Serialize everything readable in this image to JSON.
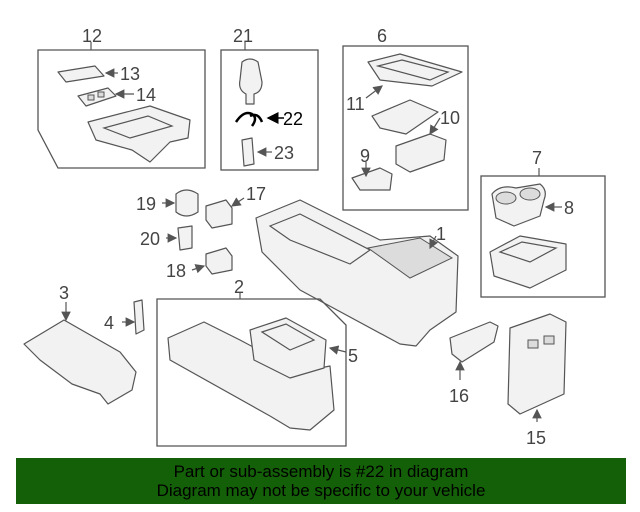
{
  "diagram": {
    "callouts": {
      "c1": "1",
      "c2": "2",
      "c3": "3",
      "c4": "4",
      "c5": "5",
      "c6": "6",
      "c7": "7",
      "c8": "8",
      "c9": "9",
      "c10": "10",
      "c11": "11",
      "c12": "12",
      "c13": "13",
      "c14": "14",
      "c15": "15",
      "c16": "16",
      "c17": "17",
      "c18": "18",
      "c19": "19",
      "c20": "20",
      "c21": "21",
      "c22": "22",
      "c23": "23"
    },
    "highlighted_part": "22"
  },
  "banner": {
    "line1": "Part or sub-assembly is #22 in diagram",
    "line2": "Diagram may not be specific to your vehicle",
    "color": "#146008"
  }
}
